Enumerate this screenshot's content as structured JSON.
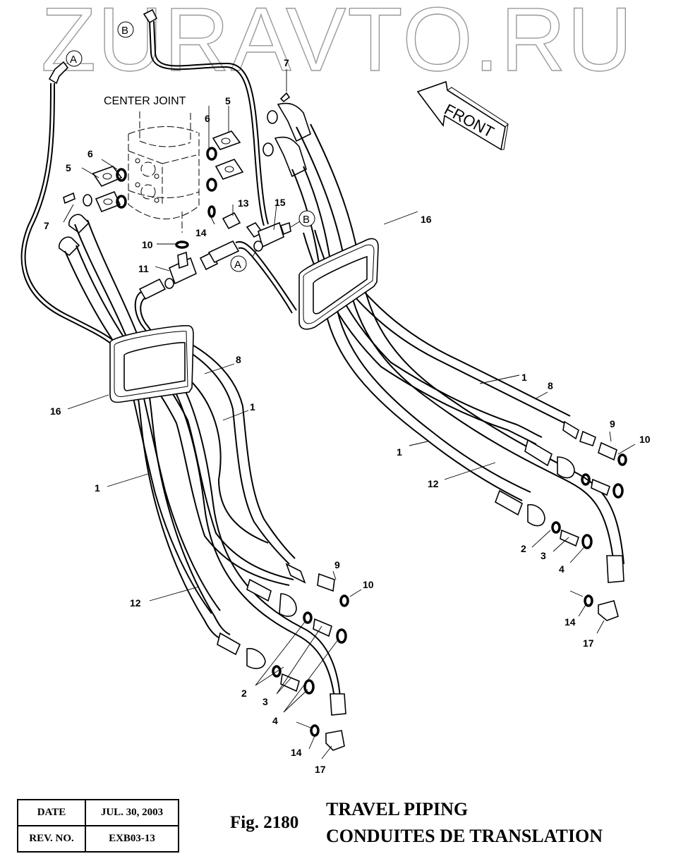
{
  "watermark": "ZURAVTO.RU",
  "diagram": {
    "center_joint_label": "CENTER JOINT",
    "front_label": "FRONT",
    "connection_markers": {
      "A": "A",
      "B": "B"
    },
    "callouts": {
      "c1_left": "1",
      "c1_midleft": "1",
      "c1_right_upper": "1",
      "c1_right_lower": "1",
      "c2_left": "2",
      "c2_right": "2",
      "c3_left": "3",
      "c3_right": "3",
      "c4_left": "4",
      "c4_right": "4",
      "c5_left": "5",
      "c5_right": "5",
      "c6_left": "6",
      "c6_right": "6",
      "c7_left": "7",
      "c7_top": "7",
      "c8_left": "8",
      "c8_right": "8",
      "c9_left": "9",
      "c9_right": "9",
      "c10_center": "10",
      "c10_left": "10",
      "c10_right": "10",
      "c11": "11",
      "c12_left": "12",
      "c12_right": "12",
      "c13": "13",
      "c14_center": "14",
      "c14_left": "14",
      "c14_right": "14",
      "c15": "15",
      "c16_left": "16",
      "c16_right": "16",
      "c17_left": "17",
      "c17_right": "17"
    }
  },
  "title_block": {
    "date_label": "DATE",
    "date_value": "JUL. 30, 2003",
    "rev_label": "REV. NO.",
    "rev_value": "EXB03-13"
  },
  "figure": {
    "number": "Fig. 2180",
    "title_en": "TRAVEL PIPING",
    "title_fr": "CONDUITES DE TRANSLATION"
  }
}
